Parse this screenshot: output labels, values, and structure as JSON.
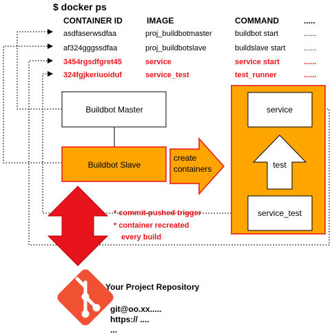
{
  "command": "$ docker ps",
  "table": {
    "headers": [
      "CONTAINER ID",
      "IMAGE",
      "COMMAND",
      "....."
    ],
    "rows": [
      {
        "id": "asdfaserwsdfaa",
        "image": "proj_buildbotmaster",
        "command": "buildbot start",
        "more": "......",
        "highlight": false
      },
      {
        "id": "af324gggssdfaa",
        "image": "proj_buildbotslave",
        "command": "buildslave start",
        "more": "......",
        "highlight": false
      },
      {
        "id": "3454rgsdfgret45",
        "image": "service",
        "command": "service start",
        "more": "......",
        "highlight": true
      },
      {
        "id": "324fgjkeriuoiduf",
        "image": "service_test",
        "command": "test_runner",
        "more": "......",
        "highlight": true
      }
    ]
  },
  "nodes": {
    "master": "Buildbot Master",
    "slave": "Buildbot Slave",
    "service": "service",
    "service_test": "service_test",
    "test": "test"
  },
  "arrow_label": [
    "create",
    "containers"
  ],
  "notes": [
    "* commit-pushed trigger",
    "* container recreated",
    "every build"
  ],
  "repo": {
    "title": "Your Project Repository",
    "urls": [
      "git@oo.xx.....",
      "https:// ....",
      "..."
    ]
  },
  "colors": {
    "orange": "#ffa500",
    "red": "#e8141b",
    "dark_red": "#c8000a",
    "git_logo": "#f05133"
  }
}
